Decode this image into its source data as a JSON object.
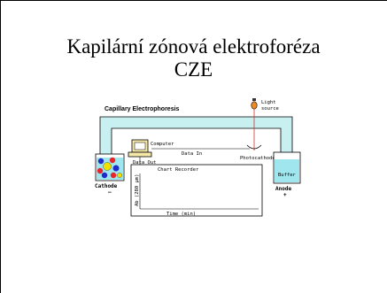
{
  "slide": {
    "title_line1": "Kapilární zónová elektroforéza",
    "title_line2": "CZE"
  },
  "diagram": {
    "heading": "Capillary Electrophoresis",
    "light_source_line1": "Light",
    "light_source_line2": "source",
    "computer": "Computer",
    "data_in": "Data In",
    "data_out": "Data Out",
    "photocathode": "Photocathode",
    "chart_recorder": "Chart Recorder",
    "buffer": "Buffer",
    "cathode": "Cathode",
    "cathode_sign": "–",
    "anode": "Anode",
    "anode_sign": "+",
    "y_axis": "Ab (280 μm)",
    "x_axis": "Time (min)",
    "colors": {
      "capillary": "#c8f0f0",
      "buffer_liquid": "#9fe6ee",
      "red": "#e6262b",
      "blue": "#1f2ac9",
      "yellow": "#f3e000",
      "light_orange": "#f08a24",
      "monitor": "#f6e8a8"
    }
  }
}
